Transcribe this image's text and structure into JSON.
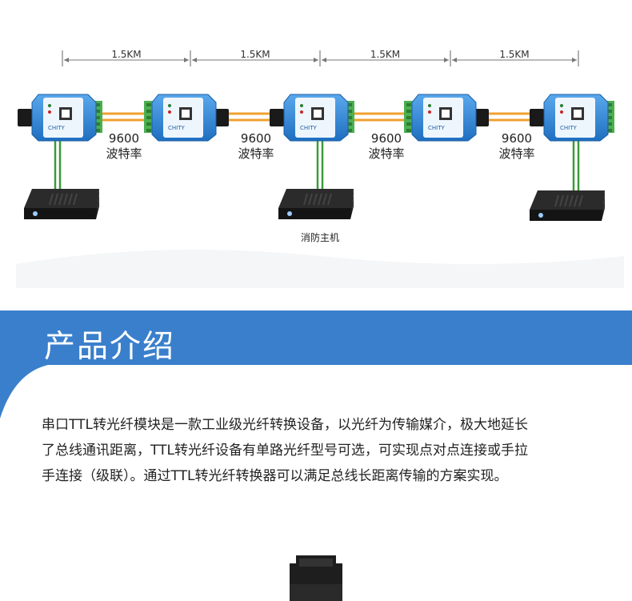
{
  "diagram": {
    "distances": [
      "1.5KM",
      "1.5KM",
      "1.5KM",
      "1.5KM"
    ],
    "baud_rates": [
      {
        "value": "9600",
        "label": "波特率"
      },
      {
        "value": "9600",
        "label": "波特率"
      },
      {
        "value": "9600",
        "label": "波特率"
      },
      {
        "value": "9600",
        "label": "波特率"
      }
    ],
    "host_label": "消防主机",
    "module_brand": "CHITY",
    "colors": {
      "fiber": "#f0a030",
      "ttl_wire": "#3a9a3a",
      "module_blue": "#2f86d6",
      "terminal": "#4caf50"
    }
  },
  "banner": {
    "title": "产品介绍",
    "color": "#3a7fcc"
  },
  "description": {
    "lines": [
      "串口TTL转光纤模块是一款工业级光纤转换设备，以光纤为传输媒介，极大地延长",
      "了总线通讯距离，TTL转光纤设备有单路光纤型号可选，可实现点对点连接或手拉",
      "手连接（级联）。通过TTL转光纤转换器可以满足总线长距离传输的方案实现。"
    ]
  }
}
